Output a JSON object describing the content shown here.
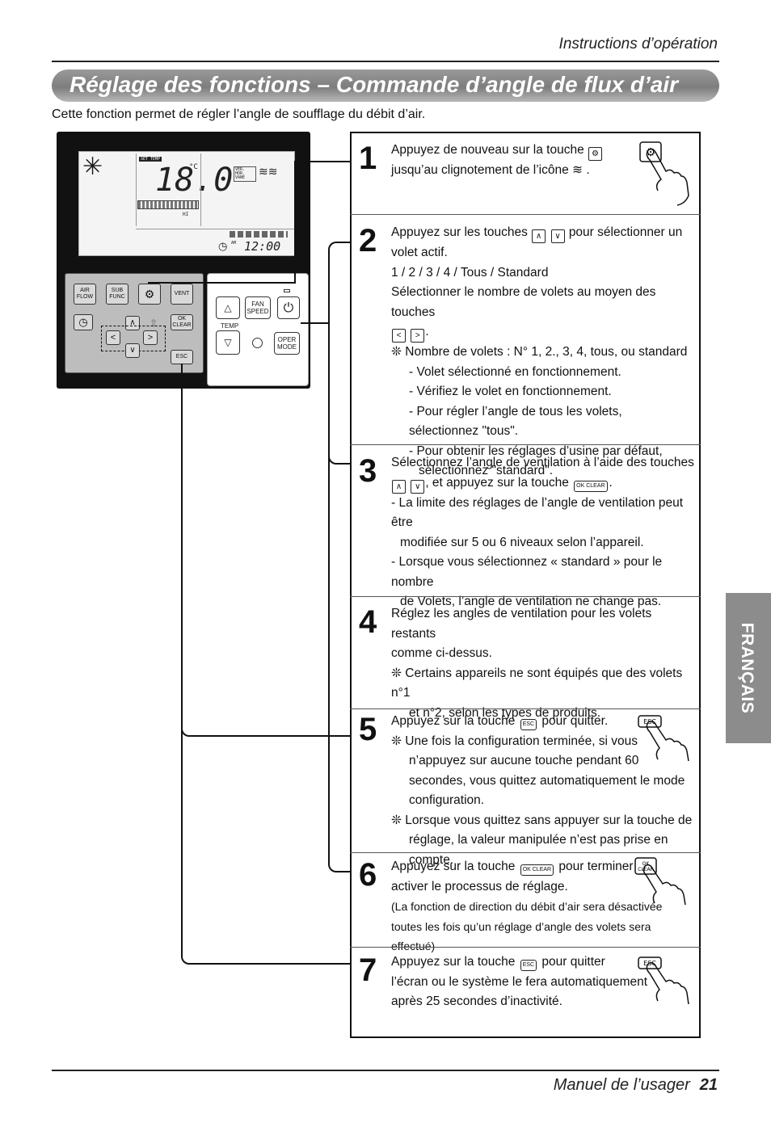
{
  "header": {
    "section": "Instructions d’opération"
  },
  "title": "Réglage des fonctions – Commande d’angle de flux d’air",
  "intro": "Cette fonction permet de régler l’angle de soufflage du débit d’air.",
  "side_tab": "FRANÇAIS",
  "remote": {
    "lcd": {
      "set_temp": "SET TEMP",
      "temperature": "18.0",
      "unit": "°C",
      "vane_label": "VER. HOR. VANE",
      "time_ampm": "AM",
      "time": "12:00",
      "hi": "HI"
    },
    "keys": {
      "air_flow": "AIR FLOW",
      "sub_func": "SUB FUNC",
      "vent": "VENT",
      "ok_clear": "OK CLEAR",
      "esc": "ESC",
      "fan_speed": "FAN SPEED",
      "temp": "TEMP",
      "oper_mode": "OPER MODE"
    }
  },
  "steps": [
    {
      "number": "1",
      "lines": [
        "Appuyez de nouveau sur la touche",
        "jusqu’au clignotement de l’icône",
        "."
      ]
    },
    {
      "number": "2",
      "lines": [
        "Appuyez sur les touches",
        "pour sélectionner un volet actif.",
        "1 / 2 / 3 / 4 / Tous / Standard",
        "Sélectionner le nombre de volets au moyen des touches",
        ".",
        "❊ Nombre de volets : N° 1, 2., 3, 4, tous, ou standard",
        "- Volet sélectionné en fonctionnement.",
        "- Vérifiez le volet en fonctionnement.",
        "- Pour régler l’angle de tous les volets, sélectionnez \"tous\".",
        "- Pour obtenir les réglages d’usine par défaut,",
        "sélectionnez \"standard\"."
      ]
    },
    {
      "number": "3",
      "lines": [
        "Sélectionnez l’angle de ventilation à l’aide des touches",
        ", et appuyez sur la touche",
        ".",
        "- La limite des réglages de l’angle de ventilation peut être",
        "modifiée sur 5 ou 6 niveaux selon l’appareil.",
        "- Lorsque vous sélectionnez « standard » pour le nombre",
        "de Volets, l’angle de ventilation ne change pas."
      ]
    },
    {
      "number": "4",
      "lines": [
        "Réglez les angles de ventilation pour les volets restants",
        "comme ci-dessus.",
        "❊ Certains appareils ne sont équipés que des volets n°1",
        "et n°2, selon les types de produits."
      ]
    },
    {
      "number": "5",
      "lines": [
        "Appuyez sur la touche",
        "pour quitter.",
        "❊ Une fois la configuration terminée, si vous",
        "n’appuyez sur aucune touche pendant 60",
        "secondes, vous quittez automatiquement le mode",
        "configuration.",
        "❊ Lorsque vous quittez sans appuyer sur la touche de",
        "réglage, la valeur manipulée n’est pas prise en compte."
      ]
    },
    {
      "number": "6",
      "lines": [
        "Appuyez sur la touche",
        "pour terminer et",
        "activer le processus de réglage.",
        "(La fonction de direction du débit d’air sera désactivée",
        "toutes les fois qu’un réglage d’angle des volets sera effectué)"
      ]
    },
    {
      "number": "7",
      "lines": [
        "Appuyez sur la touche",
        "pour quitter",
        "l’écran ou le système le fera automatiquement",
        "après 25 secondes d’inactivité."
      ]
    }
  ],
  "footer": {
    "manual": "Manuel de l’usager",
    "page": "21"
  }
}
